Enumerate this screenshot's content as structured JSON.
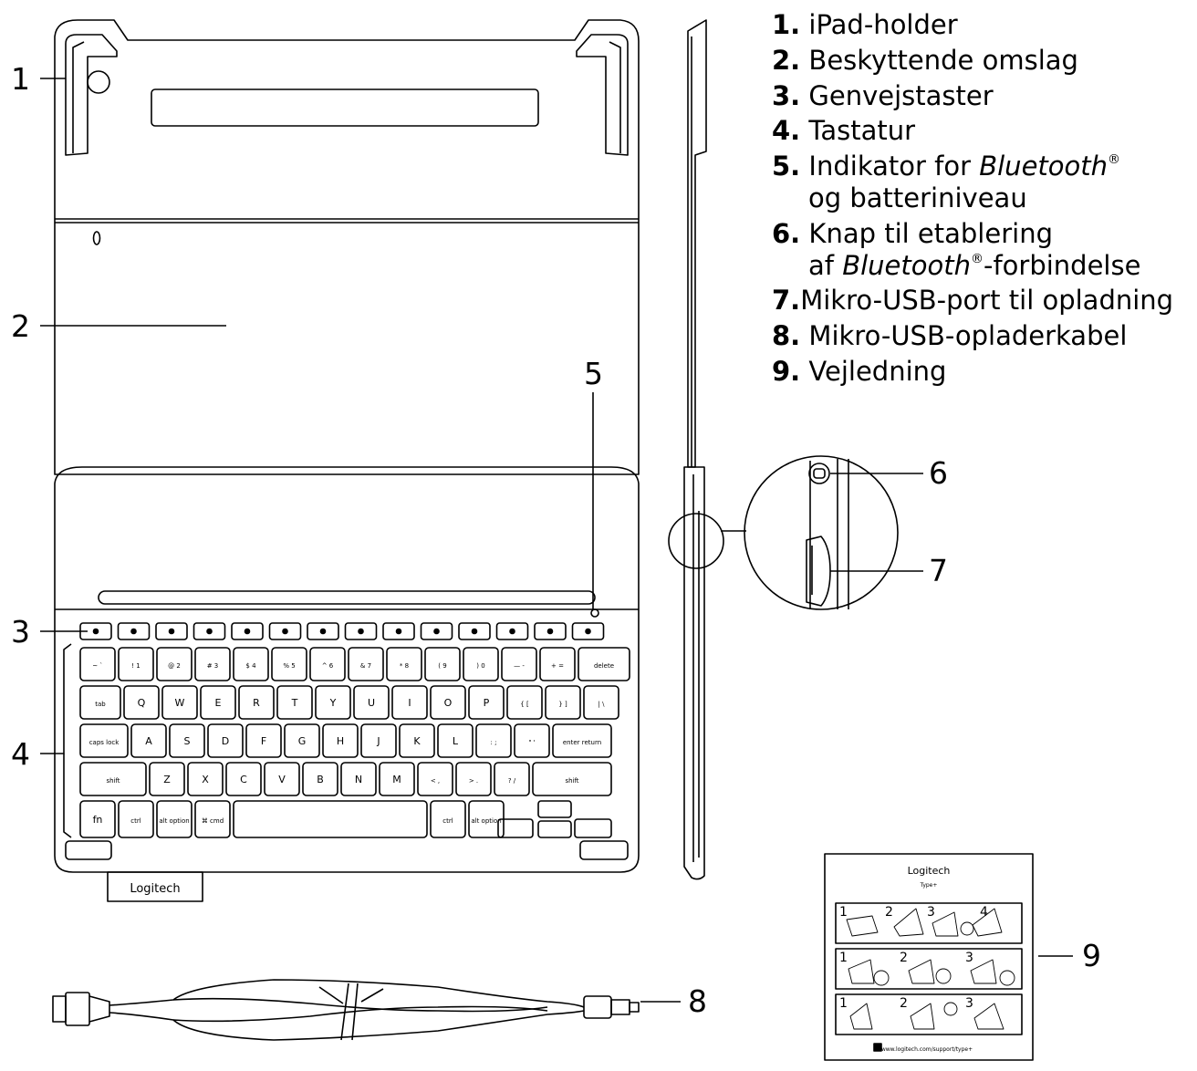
{
  "callouts": [
    "1",
    "2",
    "3",
    "4",
    "5",
    "6",
    "7",
    "8",
    "9"
  ],
  "legend": [
    {
      "num": "1.",
      "text": "iPad-holder"
    },
    {
      "num": "2.",
      "text": "Beskyttende omslag"
    },
    {
      "num": "3.",
      "text": "Genvejstaster"
    },
    {
      "num": "4.",
      "text": "Tastatur"
    },
    {
      "num": "5.",
      "pre": "Indikator for ",
      "brand": "Bluetooth",
      "reg": "®",
      "line2": "og batteriniveau"
    },
    {
      "num": "6.",
      "text": "Knap til etablering",
      "line2_pre": "af ",
      "line2_brand": "Bluetooth",
      "line2_reg": "®",
      "line2_post": "-forbindelse"
    },
    {
      "num": "7.",
      "text": "Mikro-USB-port til opladning"
    },
    {
      "num": "8.",
      "text": "Mikro-USB-opladerkabel"
    },
    {
      "num": "9.",
      "text": "Vejledning"
    }
  ],
  "keyboard": {
    "brand": "Logitech",
    "rows": [
      [
        "~ `",
        "! 1",
        "@ 2",
        "# 3",
        "$ 4",
        "% 5",
        "^ 6",
        "& 7",
        "* 8",
        "( 9",
        ") 0",
        "— -",
        "+ =",
        "delete"
      ],
      [
        "tab",
        "Q",
        "W",
        "E",
        "R",
        "T",
        "Y",
        "U",
        "I",
        "O",
        "P",
        "{ [",
        "} ]",
        "| \\"
      ],
      [
        "caps lock",
        "A",
        "S",
        "D",
        "F",
        "G",
        "H",
        "J",
        "K",
        "L",
        ": ;",
        "\" '",
        "enter return"
      ],
      [
        "shift",
        "Z",
        "X",
        "C",
        "V",
        "B",
        "N",
        "M",
        "< ,",
        "> .",
        "? /",
        "shift"
      ],
      [
        "fn",
        "ctrl",
        "alt option",
        "⌘ cmd",
        "",
        "ctrl",
        "alt option"
      ]
    ]
  },
  "manual": {
    "brand": "Logitech",
    "subtitle": "Type+",
    "steps_row1": [
      "1",
      "2",
      "3",
      "4"
    ],
    "steps_row2": [
      "1",
      "2",
      "3"
    ],
    "steps_row3": [
      "1",
      "2",
      "3"
    ],
    "url": "www.logitech.com/support/type+"
  }
}
